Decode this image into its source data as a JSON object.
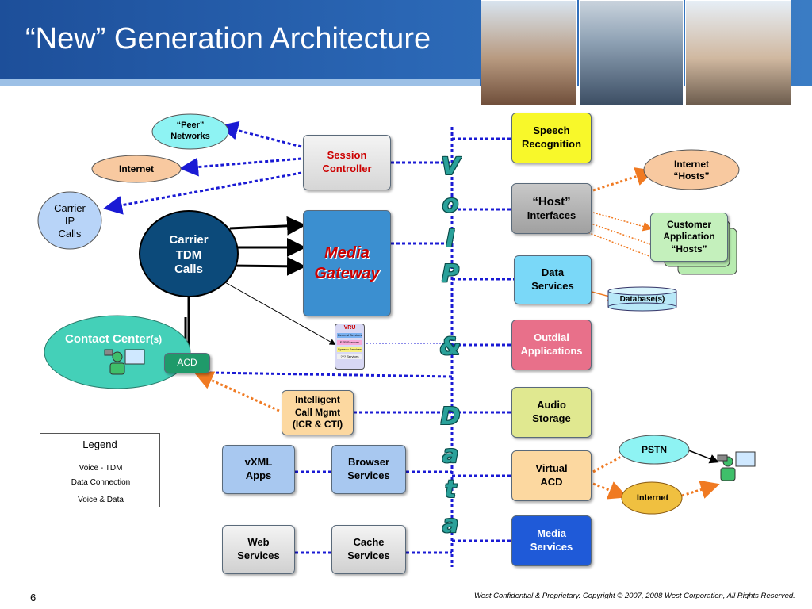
{
  "title": "“New” Generation Architecture",
  "voip_data_letters": [
    "V",
    "o",
    "I",
    "P",
    "&",
    "D",
    "a",
    "t",
    "a"
  ],
  "nodes": {
    "peer_networks": "“Peer”\nNetworks",
    "internet_left": "Internet",
    "carrier_ip_calls": "Carrier\nIP\nCalls",
    "session_controller": "Session\nController",
    "carrier_tdm_calls": "Carrier\nTDM\nCalls",
    "media_gateway": "Media\nGateway",
    "contact_center_label": "Contact Center",
    "contact_center_suffix": "(s)",
    "acd": "ACD",
    "vru": {
      "title": "VRU",
      "items": [
        "General Services",
        "ESP Services",
        "Speech Services",
        "??? Services"
      ]
    },
    "intelligent_call_mgmt": "Intelligent\nCall Mgmt\n(ICR & CTI)",
    "vxml_apps": "vXML\nApps",
    "browser_services": "Browser\nServices",
    "web_services": "Web\nServices",
    "cache_services": "Cache\nServices",
    "speech_recognition": "Speech\nRecognition",
    "host_interfaces_title": "“Host”",
    "host_interfaces_sub": "Interfaces",
    "data_services": "Data\nServices",
    "outdial_applications": "Outdial\nApplications",
    "audio_storage": "Audio\nStorage",
    "virtual_acd": "Virtual\nACD",
    "media_services": "Media\nServices",
    "internet_hosts": "Internet\n“Hosts”",
    "customer_application_hosts": "Customer\nApplication\n“Hosts”",
    "database": "Database(s)",
    "pstn": "PSTN",
    "internet_right": "Internet"
  },
  "legend": {
    "title": "Legend",
    "items": [
      "Voice - TDM",
      "Data Connection",
      "Voice & Data"
    ]
  },
  "colors": {
    "voice_tdm": "#000000",
    "data_connection": "#f07a22",
    "voice_data": "#1a1ad4",
    "teal_text": "#2aa19a"
  },
  "footer": {
    "page_number": "6",
    "copyright": "West Confidential & Proprietary.  Copyright © 2007, 2008 West Corporation, All Rights Reserved."
  }
}
